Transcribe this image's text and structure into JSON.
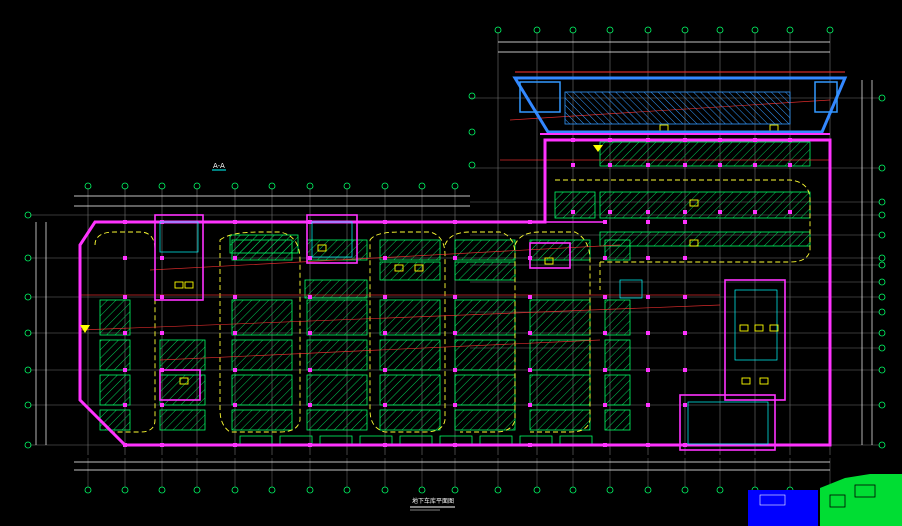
{
  "drawing": {
    "section_label": "A-A",
    "plan_title": "地下车库平面图",
    "plan_subtitle": "",
    "colors": {
      "background": "#000000",
      "outer_wall": "#ff33ff",
      "wall": "#ff33ff",
      "axis": "#ffffff",
      "grid": "#d0d0d0",
      "parking": "#00ff66",
      "hatch": "#00dd55",
      "ramp": "#1e90ff",
      "ramp_dark": "#2244aa",
      "lane": "#ffff33",
      "beam": "#ff3333",
      "fixture": "#ffff00",
      "stair": "#00ffff",
      "block_blue": "#0000ff",
      "block_green": "#00dd33"
    },
    "vertical_axes_count": 22,
    "horizontal_axes_count": 14
  }
}
